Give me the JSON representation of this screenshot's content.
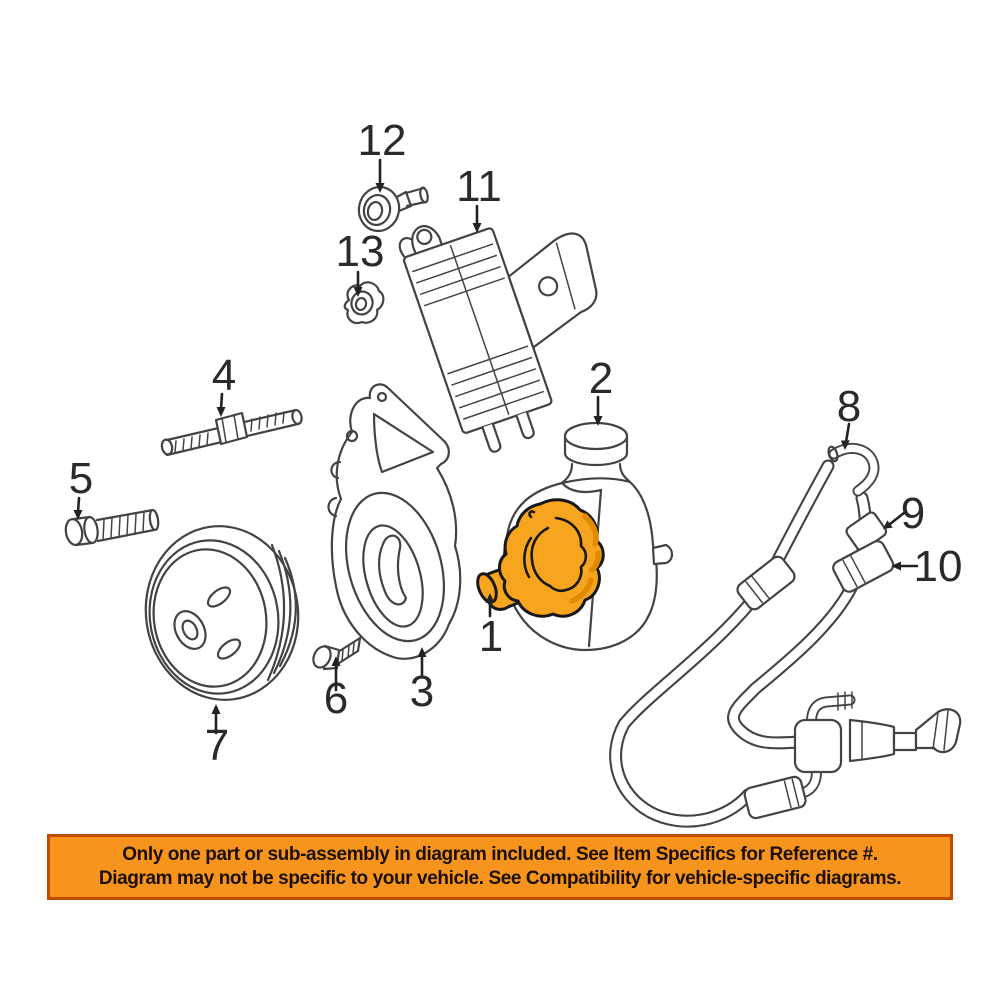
{
  "callouts": {
    "n1": "1",
    "n2": "2",
    "n3": "3",
    "n4": "4",
    "n5": "5",
    "n6": "6",
    "n7": "7",
    "n8": "8",
    "n9": "9",
    "n10": "10",
    "n11": "11",
    "n12": "12",
    "n13": "13"
  },
  "banner": {
    "line1": "Only one part or sub-assembly in diagram included. See Item Specifics for Reference #.",
    "line2": "Diagram may not be specific to your vehicle. See Compatibility for vehicle-specific diagrams.",
    "bg_color": "#f7941d",
    "border_color": "#bf4a00",
    "text_color": "#1a0f00"
  },
  "colors": {
    "highlight_fill": "#f7a51e",
    "highlight_shade": "#e08a00",
    "line": "#434343"
  }
}
